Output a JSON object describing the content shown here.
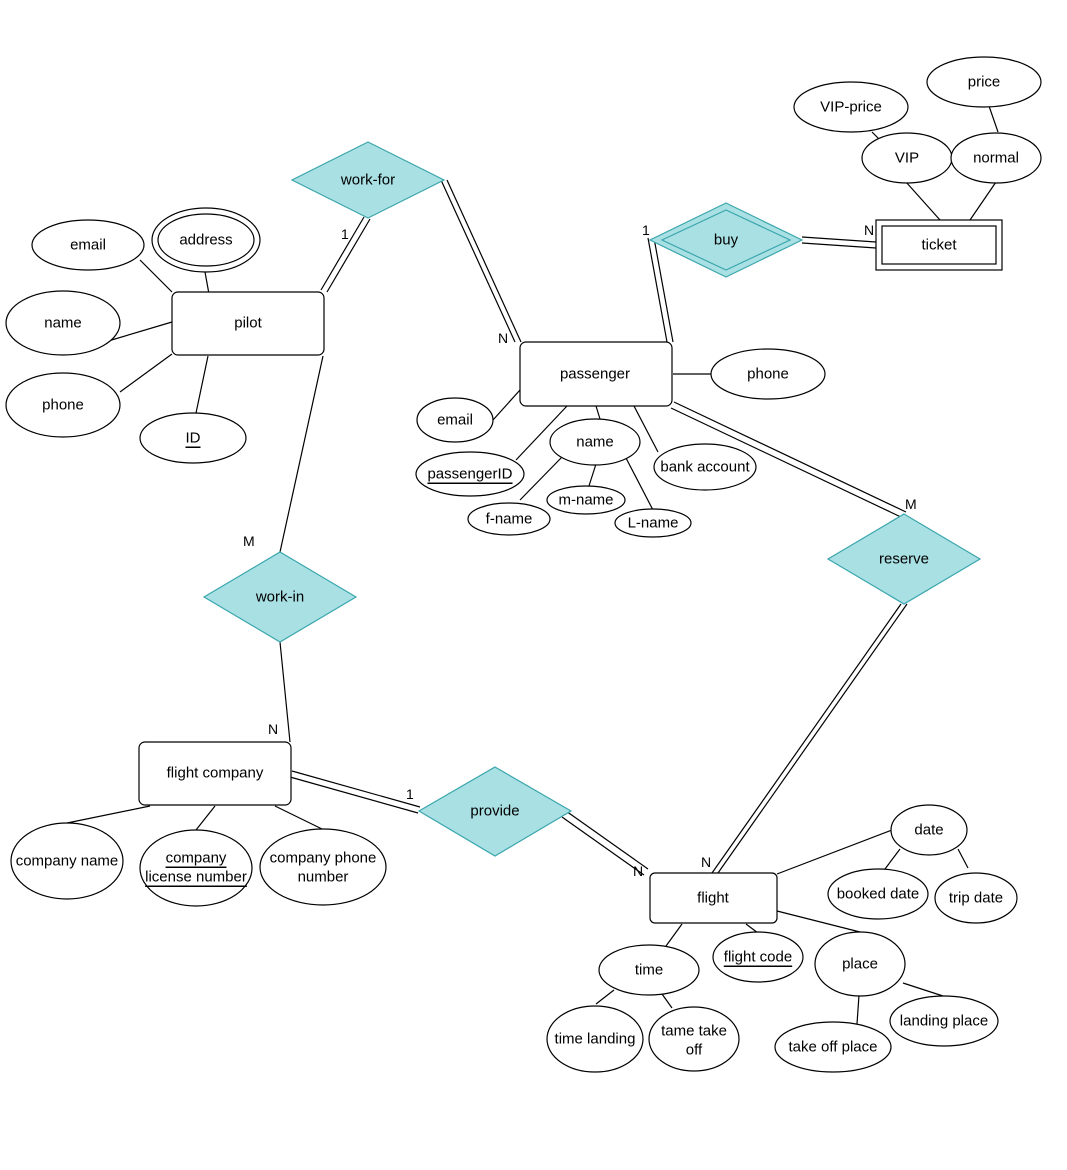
{
  "entities": {
    "pilot": "pilot",
    "passenger": "passenger",
    "ticket": "ticket",
    "flight_company": "flight company",
    "flight": "flight"
  },
  "relationships": {
    "work_for": "work-for",
    "buy": "buy",
    "work_in": "work-in",
    "reserve": "reserve",
    "provide": "provide"
  },
  "attributes": {
    "pilot_email": "email",
    "pilot_address": "address",
    "pilot_name": "name",
    "pilot_phone": "phone",
    "pilot_id": "ID",
    "passenger_email": "email",
    "passenger_id": "passengerID",
    "passenger_name": "name",
    "passenger_fname": "f-name",
    "passenger_mname": "m-name",
    "passenger_lname": "L-name",
    "passenger_bank": "bank account",
    "passenger_phone": "phone",
    "ticket_vip_price": "VIP-price",
    "ticket_price": "price",
    "ticket_vip": "VIP",
    "ticket_normal": "normal",
    "company_name": "company name",
    "company_license_1": "company",
    "company_license_2": "license number",
    "company_phone_1": "company phone",
    "company_phone_2": "number",
    "flight_date": "date",
    "flight_booked_date": "booked date",
    "flight_trip_date": "trip date",
    "flight_time": "time",
    "flight_code": "flight code",
    "flight_place": "place",
    "flight_time_landing": "time landing",
    "flight_take_off_1": "tame take",
    "flight_take_off_2": "off",
    "flight_take_off_place": "take off place",
    "flight_landing_place": "landing place"
  },
  "cardinalities": {
    "workfor_pilot": "1",
    "workfor_passenger": "N",
    "buy_passenger": "1",
    "buy_ticket": "N",
    "workin_pilot": "M",
    "workin_company": "N",
    "reserve_passenger": "M",
    "reserve_flight": "N",
    "provide_company": "1",
    "provide_flight": "N"
  },
  "colors": {
    "relationship_fill": "#a9e0e3",
    "relationship_stroke": "#3aa6ad"
  }
}
